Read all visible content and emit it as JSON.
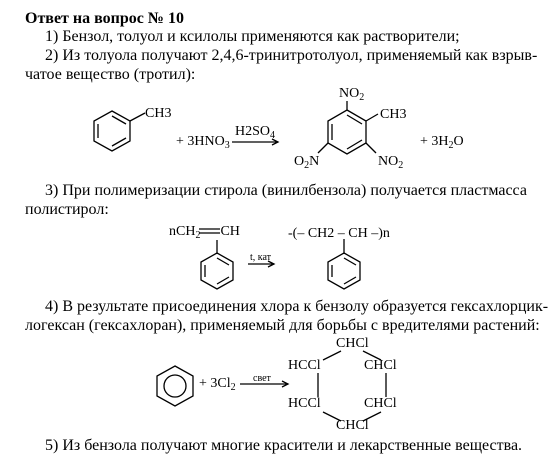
{
  "title": "Ответ на вопрос № 10",
  "items": [
    "1) Бензол, толуол и ксилолы применяются как растворители;",
    "2) Из толуола получают 2,4,6-тринитротолуол, применяемый как взрыв-",
    "чатое вещество (тротил):",
    "3) При полимеризации стирола (винилбензола) получается пластмасса",
    "полистирол:",
    "4) В результате присоединения хлора к бензолу образуется гексахлорцик-",
    "логексан (гексахлоран), применяемый для борьбы с вредителями растений:",
    "5) Из бензола получают многие красители и лекарственные вещества."
  ],
  "reaction_nitration": {
    "ch3": "CH3",
    "plus_reagent_main": "+ 3HNO",
    "plus_reagent_sub": "3",
    "catalyst_main": "H2SO",
    "catalyst_sub": "4",
    "no2_top_main": "NO",
    "no2_top_sub": "2",
    "ch3_product": "CH3",
    "no2_left_main": "O",
    "no2_left_sub": "2",
    "no2_left_n": "N",
    "no2_right_main": "NO",
    "no2_right_sub": "2",
    "water_main": "+ 3H",
    "water_sub": "2",
    "water_o": "O"
  },
  "reaction_polymer": {
    "monomer_left": "nCH",
    "monomer_sub": "2",
    "monomer_right": "CH",
    "condition": "t, кат",
    "polymer": "-(– CH2 – CH –)n"
  },
  "reaction_chlorination": {
    "plus_reagent_main": "+ 3Cl",
    "plus_reagent_sub": "2",
    "condition": "свет",
    "chcl_top": "CHCl",
    "chcl_bottom": "CHCl",
    "hccl_upper_left": "HCCl",
    "hccl_lower_left": "HCCl",
    "chcl_upper_right": "CHCl",
    "chcl_lower_right": "CHCl"
  }
}
